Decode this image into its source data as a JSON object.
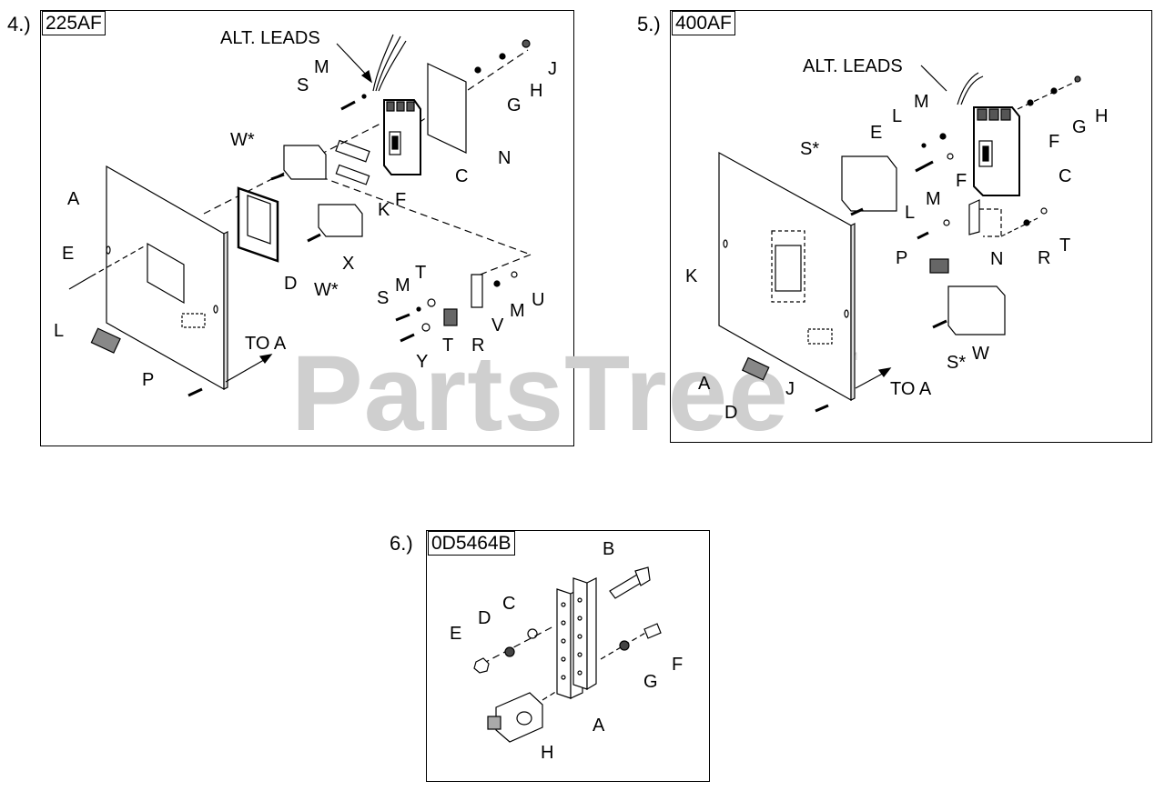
{
  "watermark": {
    "text": "PartsTree",
    "tm": "TM"
  },
  "panels": [
    {
      "number": "4.)",
      "code": "225AF",
      "labels": {
        "alt_leads": "ALT. LEADS",
        "A": "A",
        "C": "C",
        "D": "D",
        "E": "E",
        "F": "F",
        "G": "G",
        "H": "H",
        "J": "J",
        "K": "K",
        "L": "L",
        "M1": "M",
        "M2": "M",
        "M3": "M",
        "N": "N",
        "P": "P",
        "R": "R",
        "S1": "S",
        "S2": "S",
        "T1": "T",
        "T2": "T",
        "U": "U",
        "V": "V",
        "W1": "W*",
        "W2": "W*",
        "X": "X",
        "Y": "Y",
        "to_a": "TO A"
      }
    },
    {
      "number": "5.)",
      "code": "400AF",
      "labels": {
        "alt_leads": "ALT. LEADS",
        "A": "A",
        "C": "C",
        "D": "D",
        "E": "E",
        "F1": "F",
        "F2": "F",
        "G": "G",
        "H": "H",
        "J": "J",
        "K": "K",
        "L1": "L",
        "L2": "L",
        "M1": "M",
        "M2": "M",
        "N": "N",
        "P": "P",
        "R": "R",
        "S1": "S*",
        "S2": "S*",
        "T": "T",
        "W": "W",
        "to_a": "TO A"
      }
    },
    {
      "number": "6.)",
      "code": "0D5464B",
      "labels": {
        "A": "A",
        "B": "B",
        "C": "C",
        "D": "D",
        "E": "E",
        "F": "F",
        "G": "G",
        "H": "H"
      }
    }
  ]
}
